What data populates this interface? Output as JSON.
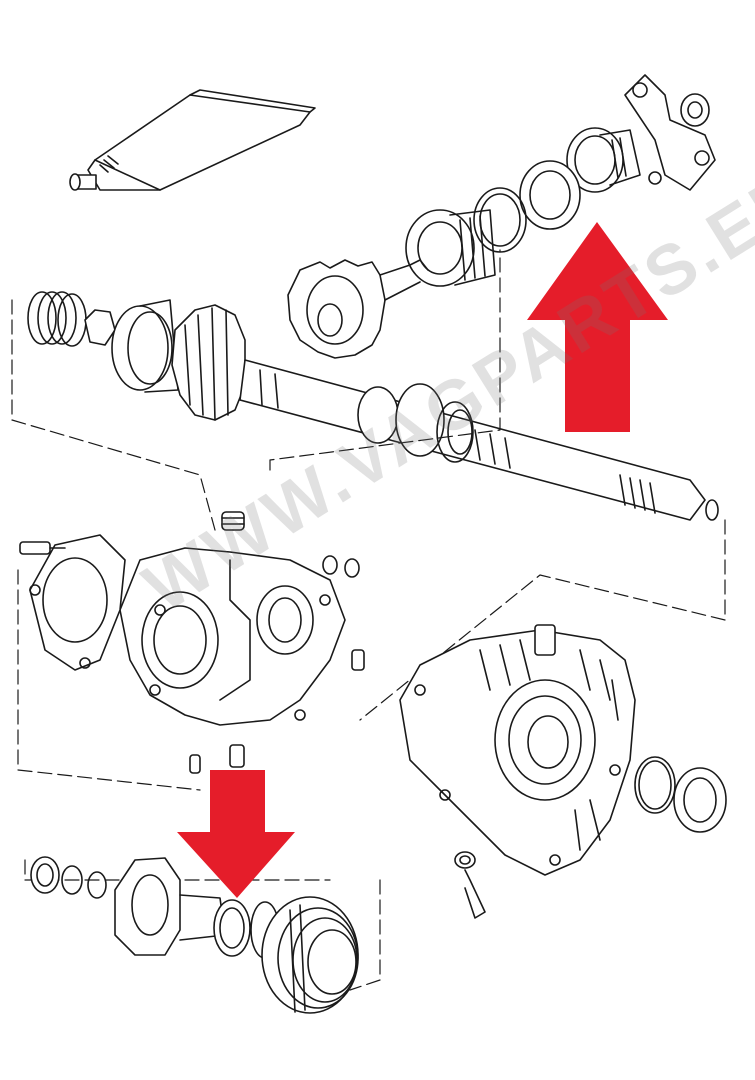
{
  "watermark": {
    "text": "WWW.VAGPARTS.EU"
  },
  "colors": {
    "ink": "#1a1a1a",
    "arrow": "#e51d2a",
    "paper": "#ffffff"
  },
  "callouts": [
    {
      "name": "up-arrow",
      "direction": "up",
      "color": "#e51d2a"
    },
    {
      "name": "down-arrow",
      "direction": "down",
      "color": "#e51d2a"
    }
  ]
}
